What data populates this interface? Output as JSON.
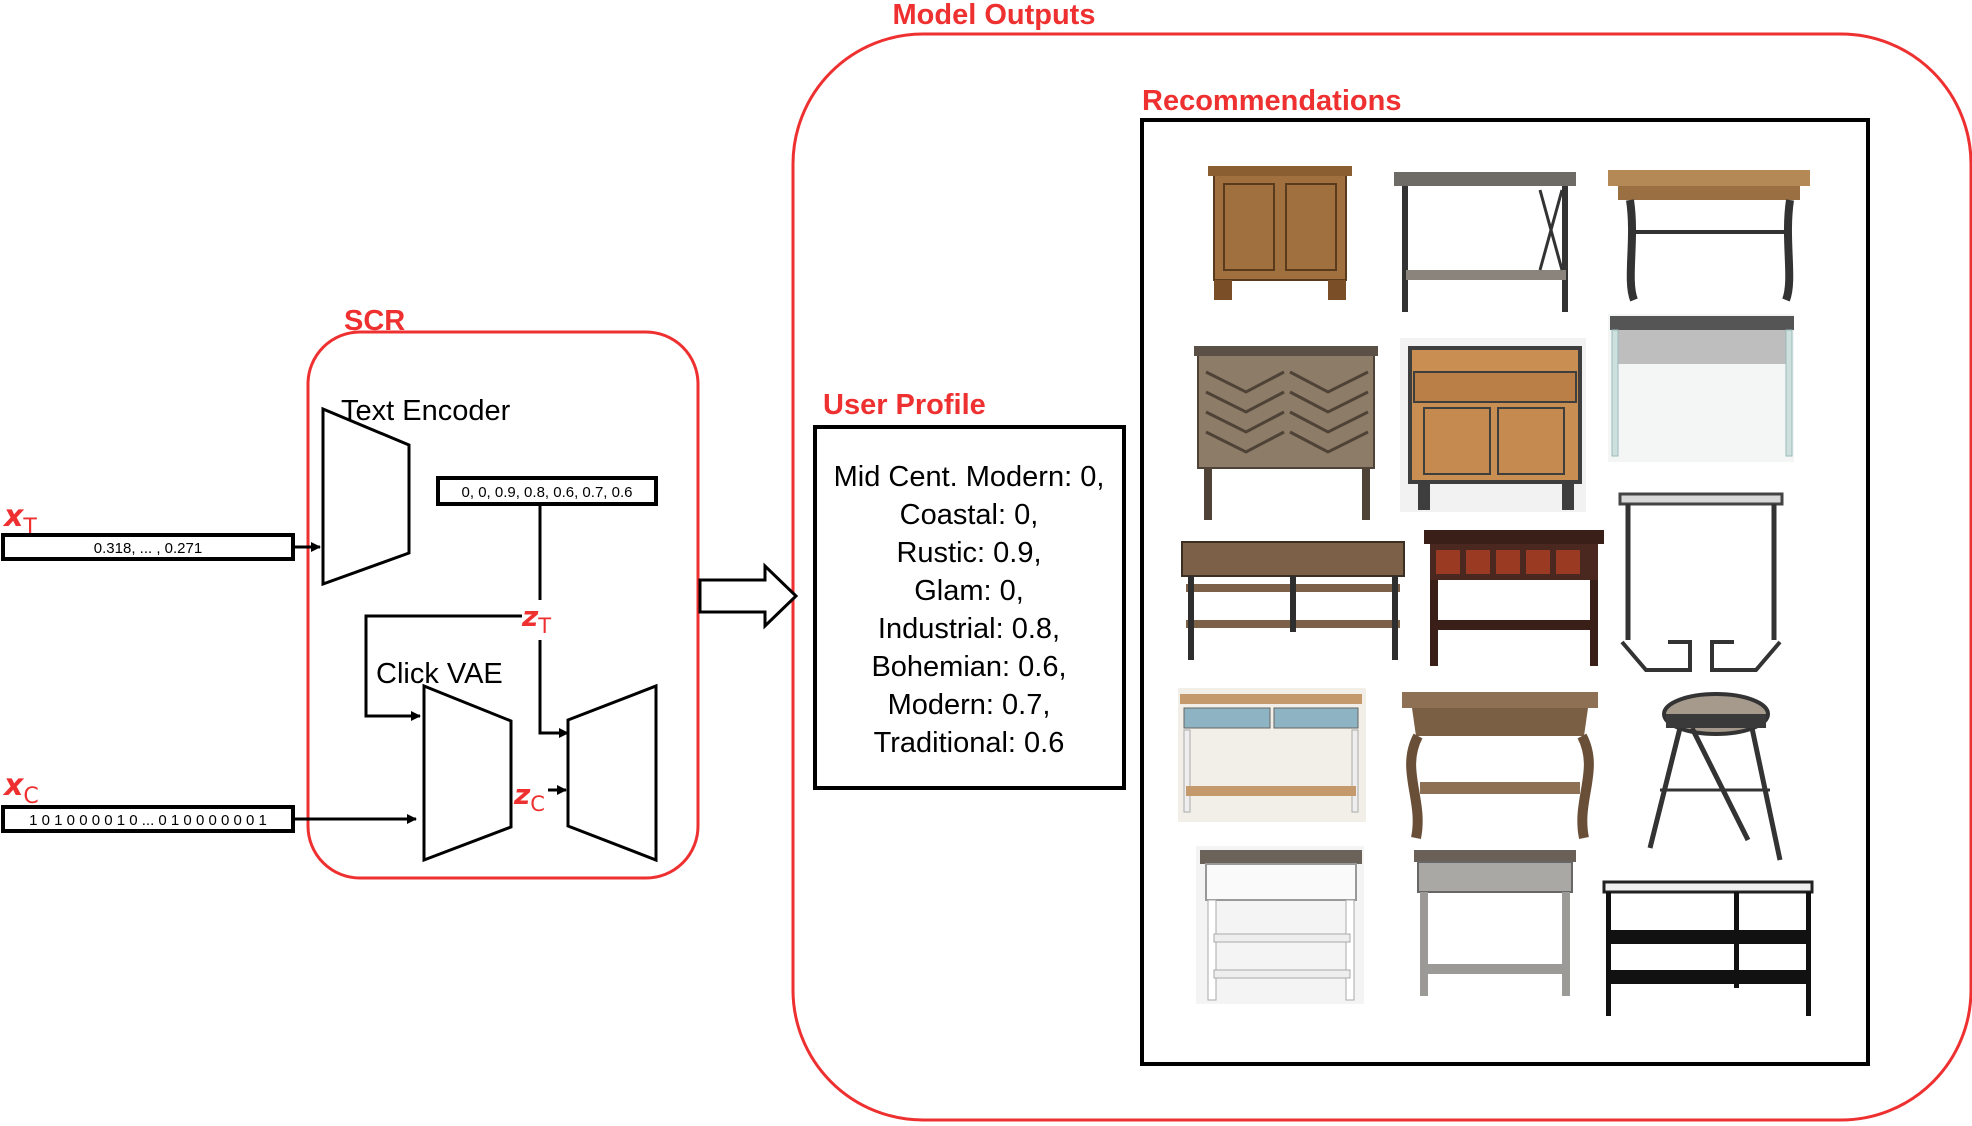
{
  "titles": {
    "model_outputs": "Model Outputs",
    "scr": "SCR",
    "recommendations": "Recommendations",
    "user_profile": "User Profile"
  },
  "encoders": {
    "text_encoder": "Text Encoder",
    "click_vae": "Click VAE"
  },
  "inputs": {
    "xt": {
      "symbol": "x",
      "subscript": "T",
      "vector": "0.318, ... , 0.271"
    },
    "xc": {
      "symbol": "x",
      "subscript": "C",
      "vector": "1 0 1 0 0 0 0 1 0 ... 0 1 0 0 0 0 0 0 1"
    }
  },
  "latents": {
    "zt": {
      "symbol": "z",
      "subscript": "T"
    },
    "zc": {
      "symbol": "z",
      "subscript": "C"
    }
  },
  "text_embedding": "0, 0, 0.9, 0.8, 0.6, 0.7, 0.6",
  "user_profile_lines": [
    "Mid Cent. Modern: 0,",
    "Coastal: 0,",
    "Rustic: 0.9,",
    "Glam: 0,",
    "Industrial: 0.8,",
    "Bohemian: 0.6,",
    "Modern: 0.7,",
    "Traditional: 0.6"
  ],
  "recommendation_items": [
    "wood-cabinet-icon",
    "metal-console-table-icon",
    "industrial-desk-icon",
    "chevron-cabinet-icon",
    "wood-sideboard-icon",
    "glass-console-table-icon",
    "three-tier-console-icon",
    "drawer-console-table-icon",
    "square-side-table-icon",
    "painted-drawer-console-icon",
    "carved-console-table-icon",
    "round-side-table-icon",
    "white-nightstand-icon",
    "grey-console-table-icon",
    "black-console-shelf-icon"
  ],
  "colors": {
    "accent_red": "#ee3030",
    "stroke": "#000000"
  }
}
